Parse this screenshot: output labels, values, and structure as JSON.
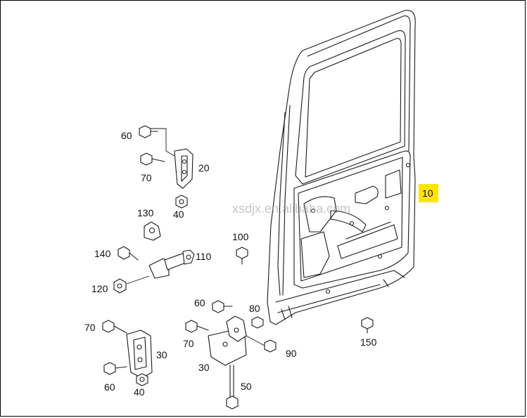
{
  "labels": {
    "l10": "10",
    "l20": "20",
    "l30a": "30",
    "l30b": "30",
    "l40a": "40",
    "l40b": "40",
    "l50": "50",
    "l60a": "60",
    "l60b": "60",
    "l60c": "60",
    "l70a": "70",
    "l70b": "70",
    "l70c": "70",
    "l80": "80",
    "l90": "90",
    "l100": "100",
    "l110": "110",
    "l120": "120",
    "l130": "130",
    "l140": "140",
    "l150": "150"
  },
  "watermark": "xsdjx.en.alibaba.com",
  "colors": {
    "highlight": "#ffe400",
    "line": "#1a1a1a",
    "watermark": "#9a9a9a"
  }
}
